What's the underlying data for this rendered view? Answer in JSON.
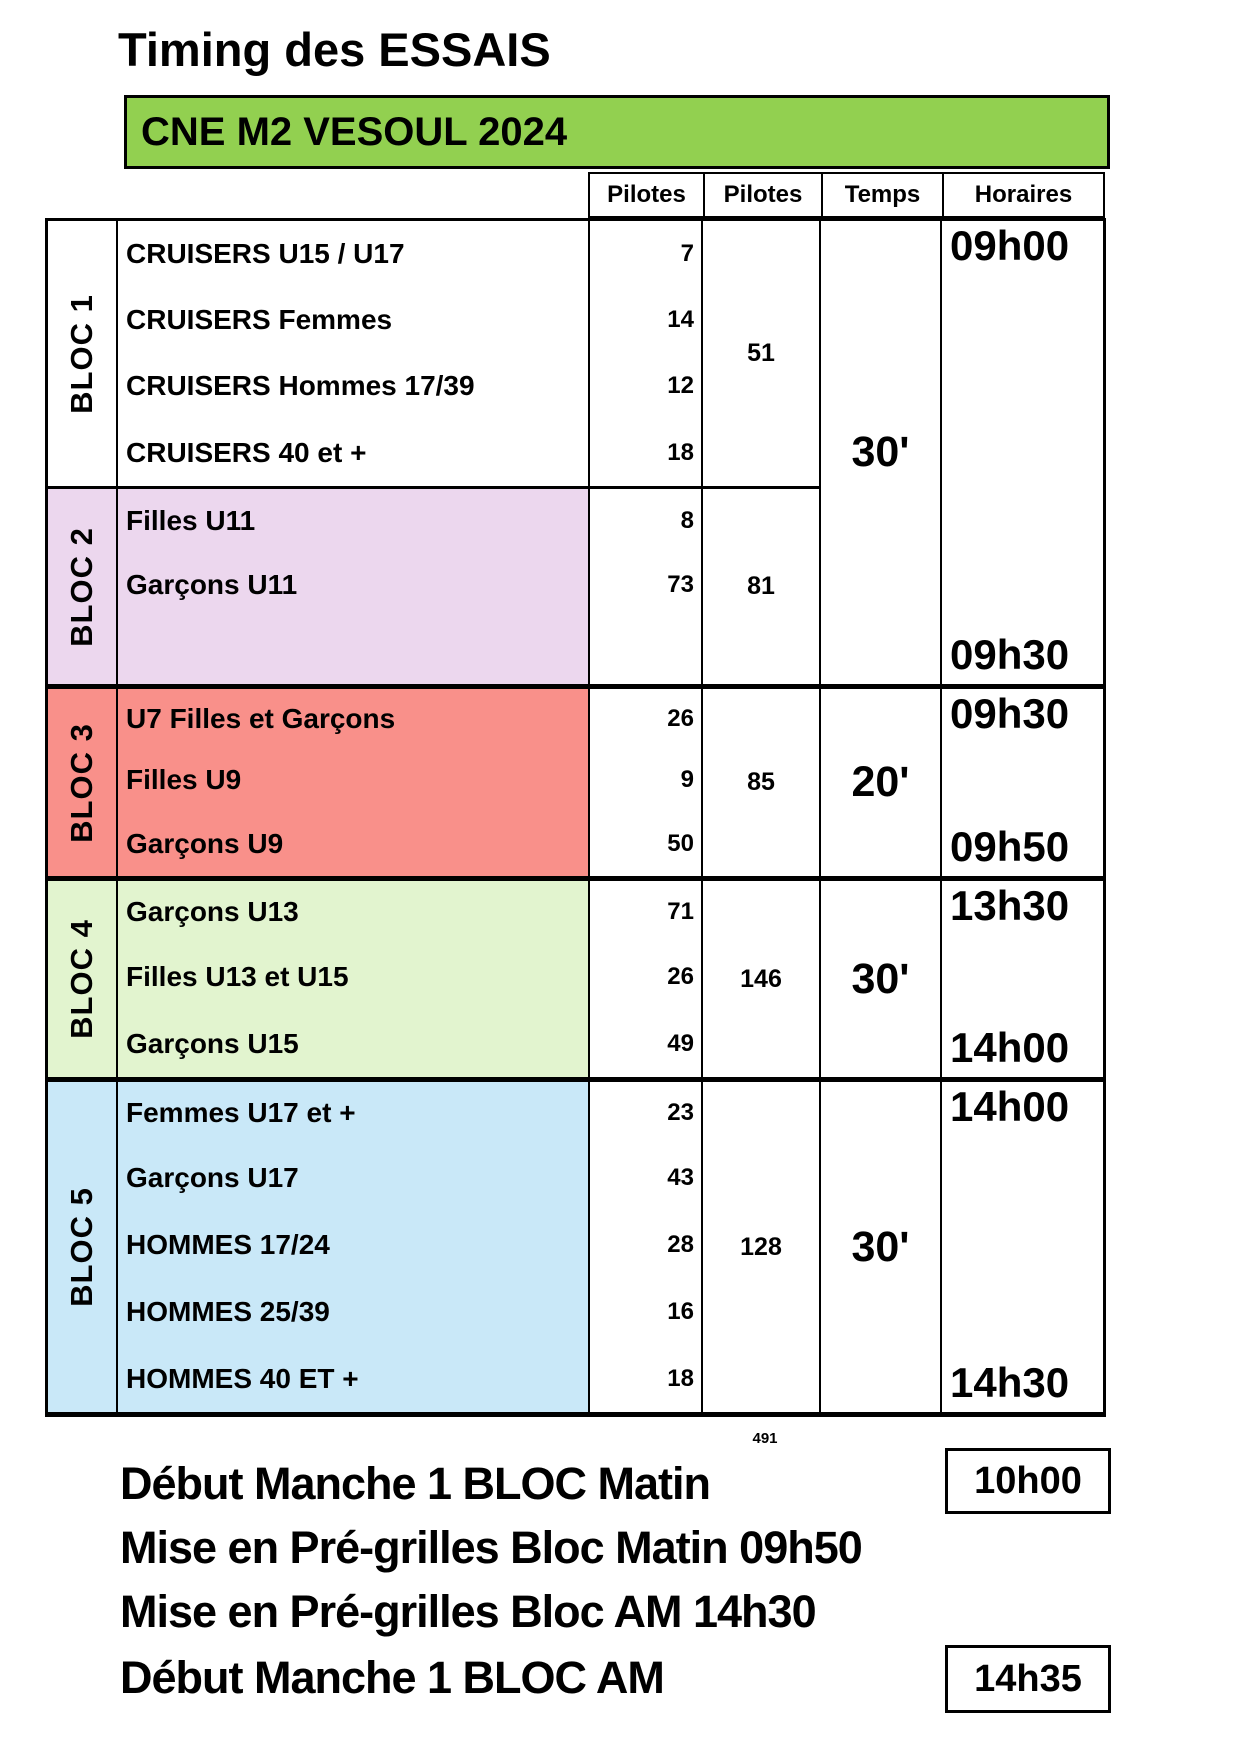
{
  "title": "Timing des ESSAIS",
  "banner": {
    "text": "CNE M2 VESOUL 2024",
    "bg": "#92D050"
  },
  "colors": {
    "banner_green": "#92D050",
    "bloc1": "#FFFFFF",
    "bloc2": "#ECD7EE",
    "bloc3": "#F9908A",
    "bloc4": "#E2F4CF",
    "bloc5": "#C9E8F8",
    "border": "#000000"
  },
  "table": {
    "headers": {
      "pilotes1": "Pilotes",
      "pilotes2": "Pilotes",
      "temps": "Temps",
      "horaires": "Horaires"
    },
    "blocs": [
      {
        "label": "BLOC 1",
        "categories": [
          {
            "name": "CRUISERS U15 / U17",
            "pilotes": "7"
          },
          {
            "name": "CRUISERS Femmes",
            "pilotes": "14"
          },
          {
            "name": "CRUISERS Hommes 17/39",
            "pilotes": "12"
          },
          {
            "name": "CRUISERS 40 et +",
            "pilotes": "18"
          }
        ],
        "total": "51"
      },
      {
        "label": "BLOC 2",
        "categories": [
          {
            "name": "Filles U11",
            "pilotes": "8"
          },
          {
            "name": "Garçons U11",
            "pilotes": "73"
          }
        ],
        "total": "81"
      },
      {
        "label": "BLOC 3",
        "categories": [
          {
            "name": "U7 Filles et Garçons",
            "pilotes": "26"
          },
          {
            "name": "Filles U9",
            "pilotes": "9"
          },
          {
            "name": "Garçons U9",
            "pilotes": "50"
          }
        ],
        "total": "85"
      },
      {
        "label": "BLOC 4",
        "categories": [
          {
            "name": "Garçons U13",
            "pilotes": "71"
          },
          {
            "name": "Filles U13 et U15",
            "pilotes": "26"
          },
          {
            "name": "Garçons U15",
            "pilotes": "49"
          }
        ],
        "total": "146"
      },
      {
        "label": "BLOC 5",
        "categories": [
          {
            "name": "Femmes U17 et +",
            "pilotes": "23"
          },
          {
            "name": "Garçons U17",
            "pilotes": "43"
          },
          {
            "name": "HOMMES 17/24",
            "pilotes": "28"
          },
          {
            "name": "HOMMES 25/39",
            "pilotes": "16"
          },
          {
            "name": "HOMMES 40 ET +",
            "pilotes": "18"
          }
        ],
        "total": "128"
      }
    ],
    "groups": [
      {
        "temps": "30'",
        "start": "09h00",
        "end": "09h30"
      },
      {
        "temps": "20'",
        "start": "09h30",
        "end": "09h50"
      },
      {
        "temps": "30'",
        "start": "13h30",
        "end": "14h00"
      },
      {
        "temps": "30'",
        "start": "14h00",
        "end": "14h30"
      }
    ],
    "grand_total": "491"
  },
  "footer": {
    "line1": {
      "text": "Début Manche 1 BLOC Matin",
      "time": "10h00"
    },
    "line2": "Mise en Pré-grilles Bloc Matin 09h50",
    "line3": "Mise en Pré-grilles Bloc AM 14h30",
    "line4": {
      "text": "Début Manche 1 BLOC AM",
      "time": "14h35"
    }
  }
}
